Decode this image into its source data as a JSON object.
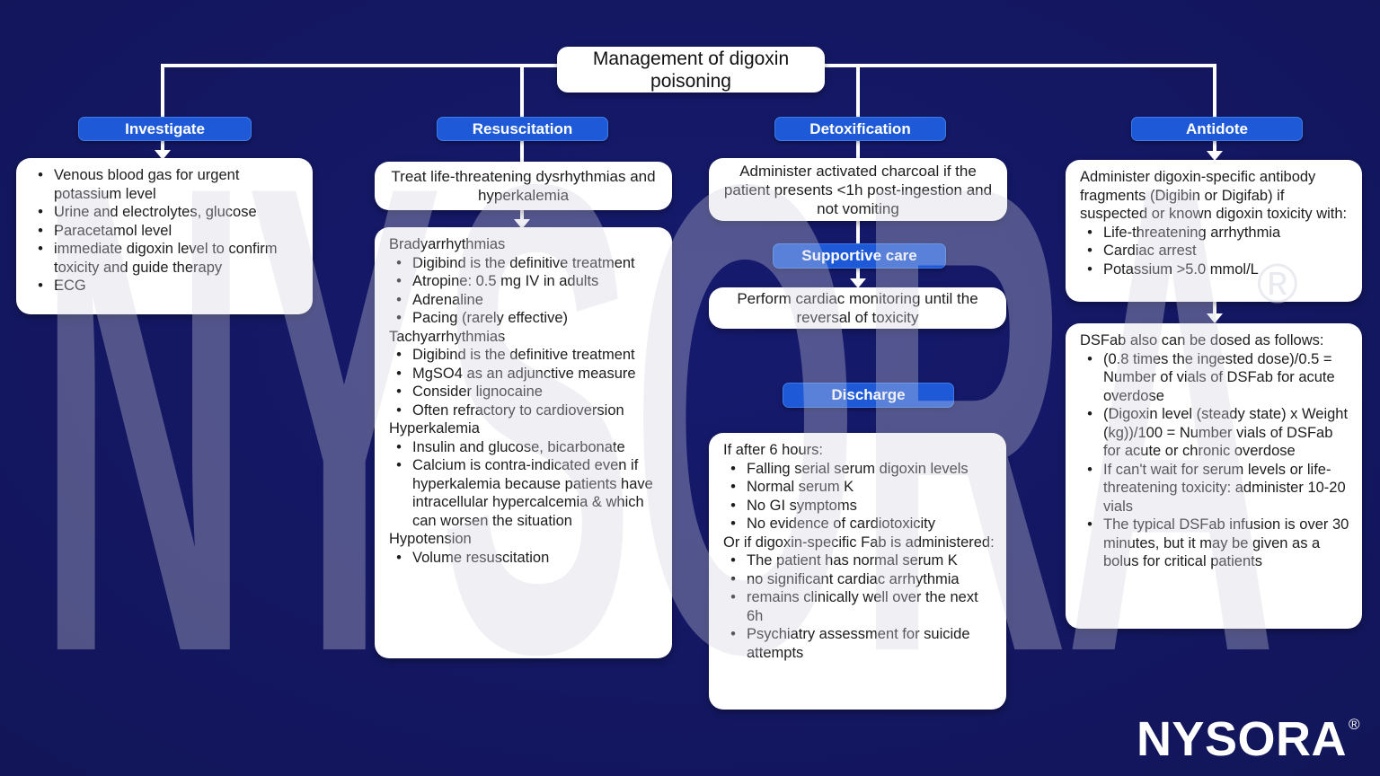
{
  "title": "Management of digoxin poisoning",
  "watermark": {
    "text": "NYSORA",
    "reg": "®"
  },
  "brand_logo": {
    "text": "NYSORA",
    "reg": "®"
  },
  "colors": {
    "background": "#12155A",
    "pill_blue": "#1E5AD7",
    "box_white": "#FFFFFF",
    "connector_white": "#FFFFFF",
    "text_dark": "#1D1D1F"
  },
  "pills": {
    "investigate": "Investigate",
    "resuscitation": "Resuscitation",
    "detoxification": "Detoxification",
    "supportive_care": "Supportive care",
    "discharge": "Discharge",
    "antidote": "Antidote"
  },
  "boxes": {
    "investigate": {
      "blocks": [
        {
          "type": "bullet",
          "text": "Venous blood gas for urgent potassium level"
        },
        {
          "type": "bullet",
          "text": "Urine and electrolytes, glucose"
        },
        {
          "type": "bullet",
          "text": "Paracetamol level"
        },
        {
          "type": "bullet",
          "text": "immediate digoxin level to confirm toxicity and guide therapy"
        },
        {
          "type": "bullet",
          "text": "ECG"
        }
      ]
    },
    "resus_treat": {
      "text": "Treat life-threatening dysrhythmias and hyperkalemia"
    },
    "resus_detail": {
      "blocks": [
        {
          "type": "plain",
          "text": "Bradyarrhythmias"
        },
        {
          "type": "bullet",
          "text": "Digibind is the definitive treatment"
        },
        {
          "type": "bullet",
          "text": "Atropine: 0.5 mg IV in adults"
        },
        {
          "type": "bullet",
          "text": "Adrenaline"
        },
        {
          "type": "bullet",
          "text": "Pacing (rarely effective)"
        },
        {
          "type": "plain",
          "text": "Tachyarrhythmias"
        },
        {
          "type": "bullet",
          "text": "Digibind is the definitive treatment"
        },
        {
          "type": "bullet",
          "text": "MgSO4 as an adjunctive measure"
        },
        {
          "type": "bullet",
          "text": "Consider lignocaine"
        },
        {
          "type": "bullet",
          "text": "Often refractory to cardioversion"
        },
        {
          "type": "plain",
          "text": "Hyperkalemia"
        },
        {
          "type": "bullet",
          "text": "Insulin and glucose, bicarbonate"
        },
        {
          "type": "bullet",
          "text": "Calcium is contra-indicated even if hyperkalemia because patients have intracellular hypercalcemia & which can worsen the situation"
        },
        {
          "type": "plain",
          "text": "Hypotension"
        },
        {
          "type": "bullet",
          "text": "Volume resuscitation"
        }
      ]
    },
    "detox_charcoal": {
      "text": "Administer activated charcoal if the patient presents <1h post-ingestion and not vomiting"
    },
    "detox_monitor": {
      "text": "Perform cardiac monitoring until the reversal of toxicity"
    },
    "detox_discharge_criteria": {
      "blocks": [
        {
          "type": "plain",
          "text": "If after 6 hours:"
        },
        {
          "type": "bullet",
          "text": "Falling serial serum digoxin levels"
        },
        {
          "type": "bullet",
          "text": "Normal serum K"
        },
        {
          "type": "bullet",
          "text": "No GI symptoms"
        },
        {
          "type": "bullet",
          "text": "No evidence of cardiotoxicity"
        },
        {
          "type": "plain",
          "text": "Or if digoxin-specific Fab is administered:"
        },
        {
          "type": "bullet",
          "text": "The patient has normal serum K"
        },
        {
          "type": "bullet",
          "text": "no significant cardiac arrhythmia"
        },
        {
          "type": "bullet",
          "text": "remains clinically well over the next 6h"
        },
        {
          "type": "bullet",
          "text": "Psychiatry assessment for suicide attempts"
        }
      ]
    },
    "antidote_indications": {
      "blocks": [
        {
          "type": "plain",
          "text": "Administer digoxin-specific antibody fragments (Digibin or Digifab) if suspected or known digoxin toxicity with:"
        },
        {
          "type": "bullet",
          "text": "Life-threatening arrhythmia"
        },
        {
          "type": "bullet",
          "text": "Cardiac arrest"
        },
        {
          "type": "bullet",
          "text": "Potassium >5.0 mmol/L"
        }
      ]
    },
    "antidote_dosing": {
      "blocks": [
        {
          "type": "plain",
          "text": "DSFab also can be dosed as follows:"
        },
        {
          "type": "bullet",
          "text": "(0.8 times the ingested dose)/0.5 = Number of vials of DSFab for acute overdose"
        },
        {
          "type": "bullet",
          "text": "(Digoxin level (steady state) x Weight (kg))/100 = Number vials of DSFab for acute or chronic overdose"
        },
        {
          "type": "bullet",
          "text": "If can't wait for serum levels or life-threatening toxicity: administer 10-20 vials"
        },
        {
          "type": "bullet",
          "text": "The typical DSFab infusion is over 30 minutes, but it may be given as a bolus for critical patients"
        }
      ]
    }
  }
}
